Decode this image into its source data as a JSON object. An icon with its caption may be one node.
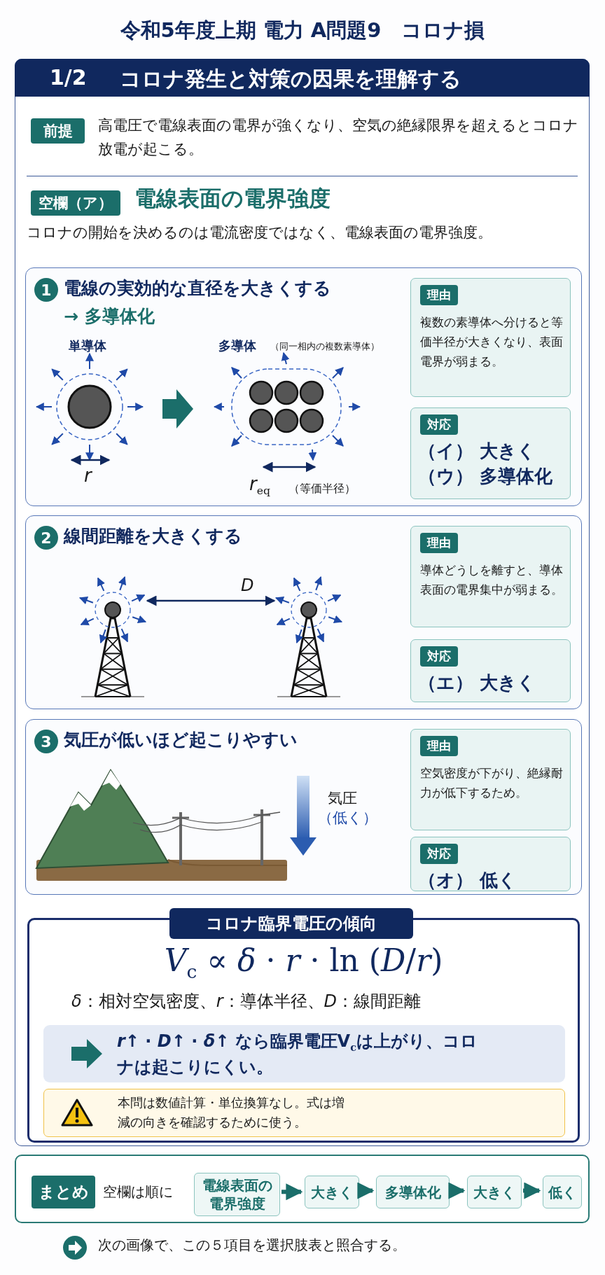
{
  "diagram": {
    "title": "令和5年度上期 電力 A問題9　コロナ損",
    "nodes": [
      {
        "text": [
          "1/2",
          "コロナ発生と対策の因果を理解する"
        ]
      },
      {
        "text": [
          "前提"
        ],
        "in": 0,
        "beside": [
          "高電圧で電線表面の電界が強くなり、空気の絶縁限界を超えるとコロナ放電が起こる。"
        ]
      },
      {
        "text": [
          "空欄（ア）"
        ],
        "in": 0,
        "beside": [
          "電線表面の電界強度"
        ]
      },
      {
        "text": [
          "1",
          "電線の実効的な直径を大きくする",
          "→ 多導体化"
        ],
        "in": 0
      },
      {
        "text": [
          "理由",
          "複数の素導体へ分けると等価半径が大きくなり、表面電界が弱まる。"
        ],
        "in": 3
      },
      {
        "text": [
          "対応",
          "（イ） 大きく",
          "（ウ） 多導体化"
        ],
        "in": 3
      },
      {
        "text": [
          "2",
          "線間距離を大きくする"
        ],
        "in": 0
      },
      {
        "text": [
          "理由",
          "導体どうしを離すと、導体表面の電界集中が弱まる。"
        ],
        "in": 6
      },
      {
        "text": [
          "対応",
          "（エ） 大きく"
        ],
        "in": 6
      },
      {
        "text": [
          "3",
          "気圧が低いほど起こりやすい"
        ],
        "in": 0
      },
      {
        "text": [
          "理由",
          "空気密度が下がり、絶縁耐力が低下するため。"
        ],
        "in": 9
      },
      {
        "text": [
          "対応",
          "（オ） 低く"
        ],
        "in": 9
      },
      {
        "text": [
          "コロナ臨界電圧の傾向",
          "*V*$_{c}$ ∝ *δ* · *r* · ln (*D*/*r*)",
          "*δ*：相対空気密度、*r*：導体半径、*D*：線間距離"
        ],
        "in": 0
      },
      {
        "text": [
          "*r*↑ · *D*↑ · *δ*↑ なら臨界電圧V$_{c}$は上がり、コロナは起こりにくい。"
        ],
        "in": 12
      },
      {
        "text": [
          "本問は数値計算・単位換算なし。式は増減の向きを確認するために使う。"
        ],
        "in": 12
      },
      {
        "text": [
          "まとめ",
          "空欄は順に"
        ]
      },
      {
        "text": [
          "電線表面の電界強度"
        ],
        "in": 15
      },
      {
        "text": [
          "大きく"
        ],
        "in": 15
      },
      {
        "text": [
          "多導体化"
        ],
        "in": 15
      },
      {
        "text": [
          "大きく"
        ],
        "in": 15
      },
      {
        "text": [
          "低く"
        ],
        "in": 15
      }
    ],
    "edges": [
      {
        "from": 16,
        "to": 17,
        "arrow": "to"
      },
      {
        "from": 17,
        "to": 18,
        "arrow": "to"
      },
      {
        "from": 18,
        "to": 19,
        "arrow": "to"
      },
      {
        "from": 19,
        "to": 20,
        "arrow": "to"
      }
    ],
    "labels": [
      "コロナの開始を決めるのは電流密度ではなく、電線表面の電界強度。",
      "単導体",
      "多導体",
      "（同一相内の複数素導体）",
      "*r*",
      "*r*$_{eq}$",
      "（等価半径）",
      "*D*",
      "気圧",
      "（低く）",
      "次の画像で、この５項目を選択肢表と照合する。"
    ]
  }
}
